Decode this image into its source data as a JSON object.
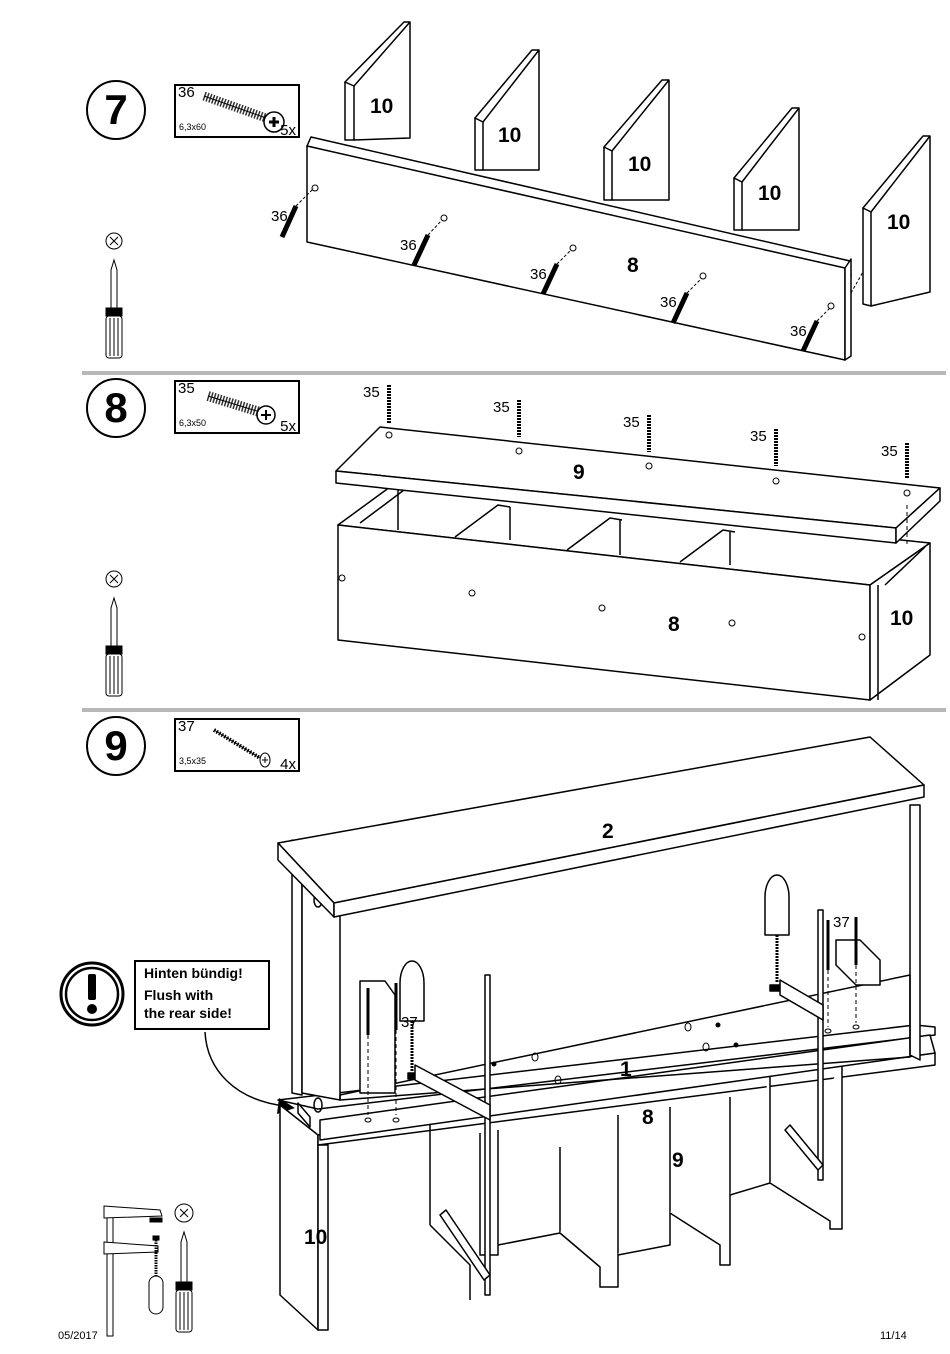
{
  "document": {
    "date": "05/2017",
    "page": "11/14"
  },
  "steps": [
    {
      "number": "7",
      "hardware": {
        "id": "36",
        "size": "6,3x60",
        "qty": "5x"
      },
      "tools": [
        "screwdriver-icon"
      ],
      "parts": [
        "10",
        "10",
        "10",
        "10",
        "10",
        "8"
      ],
      "screw_callouts": [
        "36",
        "36",
        "36",
        "36",
        "36"
      ]
    },
    {
      "number": "8",
      "hardware": {
        "id": "35",
        "size": "6,3x50",
        "qty": "5x"
      },
      "tools": [
        "screwdriver-icon"
      ],
      "parts": [
        "9",
        "8",
        "10"
      ],
      "screw_callouts": [
        "35",
        "35",
        "35",
        "35",
        "35"
      ]
    },
    {
      "number": "9",
      "hardware": {
        "id": "37",
        "size": "3,5x35",
        "qty": "4x"
      },
      "tools": [
        "clamp-icon",
        "screwdriver-icon"
      ],
      "parts": [
        "2",
        "1",
        "8",
        "9",
        "10"
      ],
      "screw_callouts": [
        "37",
        "37"
      ],
      "note": {
        "line_de": "Hinten bündig!",
        "line_en_1": "Flush with",
        "line_en_2": "the rear side!"
      }
    }
  ],
  "colors": {
    "ink": "#000000",
    "divider": "#b8b8b8",
    "paper": "#ffffff"
  }
}
